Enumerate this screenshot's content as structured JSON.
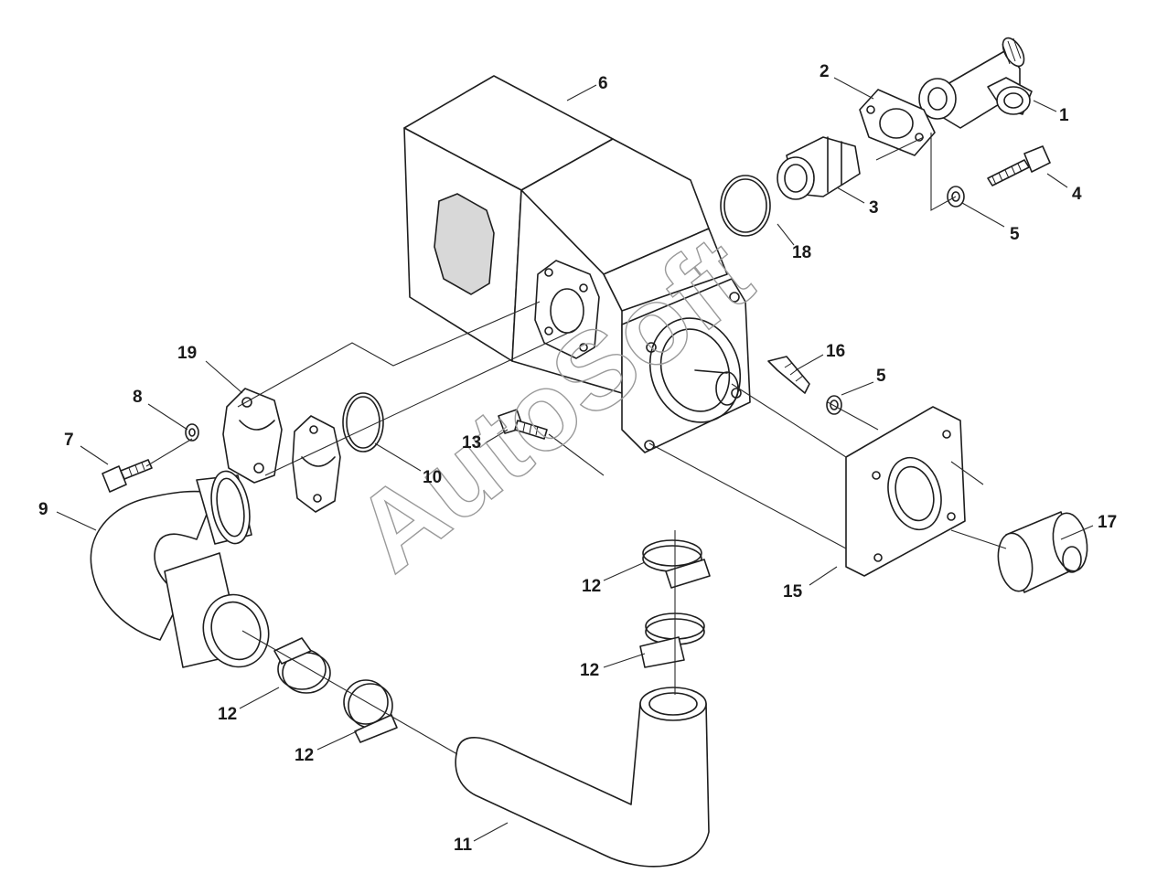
{
  "watermark": "AutoSoft",
  "callouts": {
    "c1": "1",
    "c2": "2",
    "c3": "3",
    "c4": "4",
    "c5a": "5",
    "c5b": "5",
    "c6": "6",
    "c7": "7",
    "c8": "8",
    "c9": "9",
    "c10": "10",
    "c11": "11",
    "c12a": "12",
    "c12b": "12",
    "c12c": "12",
    "c12d": "12",
    "c13": "13",
    "c15": "15",
    "c16": "16",
    "c17": "17",
    "c18": "18",
    "c19": "19"
  }
}
